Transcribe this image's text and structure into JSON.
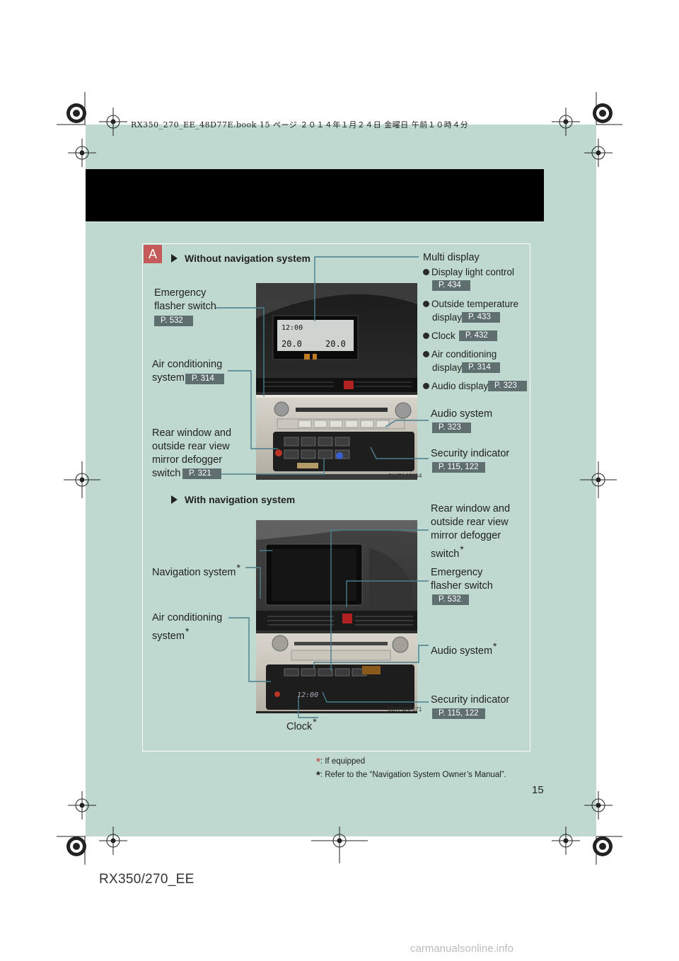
{
  "header": {
    "stamp": "RX350_270_EE_48D77E.book  15 ページ  ２０１４年１月２４日  金曜日  午前１０時４分"
  },
  "section_badge": "A",
  "without_nav": {
    "heading": "Without navigation system",
    "photo_code": "CLYP1AF454",
    "left": {
      "emergency": {
        "label": "Emergency\nflasher switch",
        "ref": "P. 532"
      },
      "aircon": {
        "label": "Air conditioning\nsystem",
        "ref": "P. 314"
      },
      "defogger": {
        "label": "Rear window and\noutside rear view\nmirror defogger\nswitch",
        "ref": "P. 321"
      }
    },
    "right": {
      "multi_display": {
        "label": "Multi display"
      },
      "display_light": {
        "label": "Display light control",
        "ref": "P. 434"
      },
      "outside_temp": {
        "label": "Outside temperature",
        "label2": "display",
        "ref": "P. 433"
      },
      "clock": {
        "label": "Clock",
        "ref": "P. 432"
      },
      "ac_display": {
        "label": "Air conditioning",
        "label2": "display",
        "ref": "P. 314"
      },
      "audio_display": {
        "label": "Audio display",
        "ref": "P. 323"
      },
      "audio_system": {
        "label": "Audio system",
        "ref": "P. 323"
      },
      "security": {
        "label": "Security indicator",
        "ref": "P. 115, 122"
      }
    }
  },
  "with_nav": {
    "heading": "With navigation system",
    "photo_code": "CLYP1AF671",
    "left": {
      "navigation": {
        "label": "Navigation system",
        "star": "*"
      },
      "aircon": {
        "label": "Air conditioning\nsystem",
        "star": "*"
      }
    },
    "bottom": {
      "clock": {
        "label": "Clock",
        "star": "*"
      }
    },
    "right": {
      "defogger": {
        "label": "Rear window and\noutside rear view\nmirror defogger\nswitch",
        "star": "*"
      },
      "emergency": {
        "label": "Emergency\nflasher switch",
        "ref": "P. 532"
      },
      "audio": {
        "label": "Audio system",
        "star": "*"
      },
      "security": {
        "label": "Security indicator",
        "ref": "P. 115, 122"
      }
    }
  },
  "footnotes": {
    "if_equipped_mark": "*",
    "if_equipped": ": If equipped",
    "nav_manual_mark": "*",
    "nav_manual": ": Refer to the “Navigation System Owner’s Manual”."
  },
  "page_number": "15",
  "model": "RX350/270_EE",
  "watermark": "carmanualsonline.info",
  "colors": {
    "page_background": "#bfd8d0",
    "reference_box": "#5f6f70",
    "badge": "#c55a5a",
    "leader_line": "#4a7f8c"
  }
}
